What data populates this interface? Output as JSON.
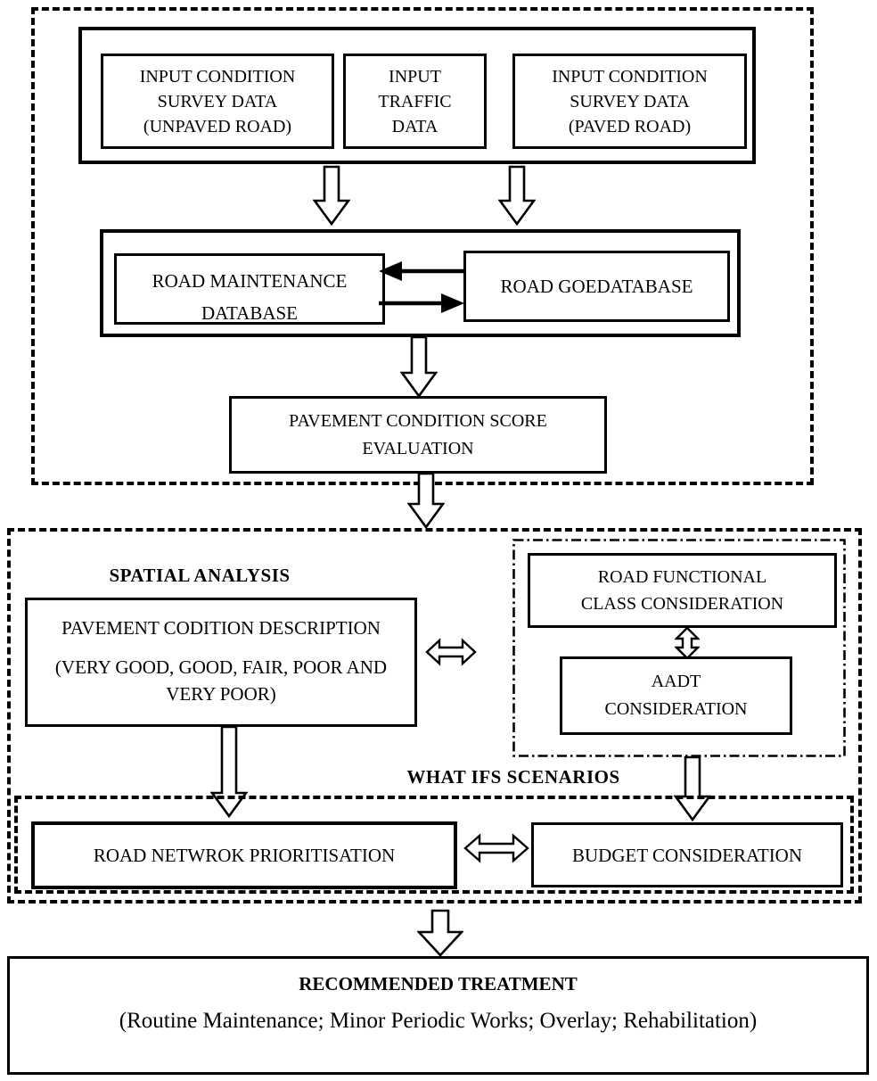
{
  "colors": {
    "ink": "#000000",
    "background": "#ffffff"
  },
  "top": {
    "input_unpaved": [
      "INPUT CONDITION",
      "SURVEY DATA",
      "(UNPAVED ROAD)"
    ],
    "input_traffic": [
      "INPUT",
      "TRAFFIC",
      "DATA"
    ],
    "input_paved": [
      "INPUT CONDITION",
      "SURVEY DATA",
      "(PAVED ROAD)"
    ],
    "maintenance_db": [
      "ROAD MAINTENANCE",
      "DATABASE"
    ],
    "geodatabase": "ROAD GOEDATABASE",
    "pcs_evaluation": [
      "PAVEMENT CONDITION SCORE",
      "EVALUATION"
    ]
  },
  "middle": {
    "spatial_analysis_label": "SPATIAL ANALYSIS",
    "pavement_condition_description": [
      "PAVEMENT CODITION DESCRIPTION",
      "(VERY GOOD, GOOD, FAIR, POOR AND",
      "VERY POOR)"
    ],
    "road_functional_class": [
      "ROAD FUNCTIONAL",
      "CLASS CONSIDERATION"
    ],
    "aadt": [
      "AADT",
      "CONSIDERATION"
    ],
    "what_ifs_label": "WHAT IFS SCENARIOS",
    "road_network_prioritisation": "ROAD NETWROK PRIORITISATION",
    "budget_consideration": "BUDGET CONSIDERATION"
  },
  "bottom": {
    "recommended_treatment_title": "RECOMMENDED TREATMENT",
    "recommended_treatment_detail": "(Routine Maintenance; Minor Periodic Works; Overlay; Rehabilitation)"
  }
}
